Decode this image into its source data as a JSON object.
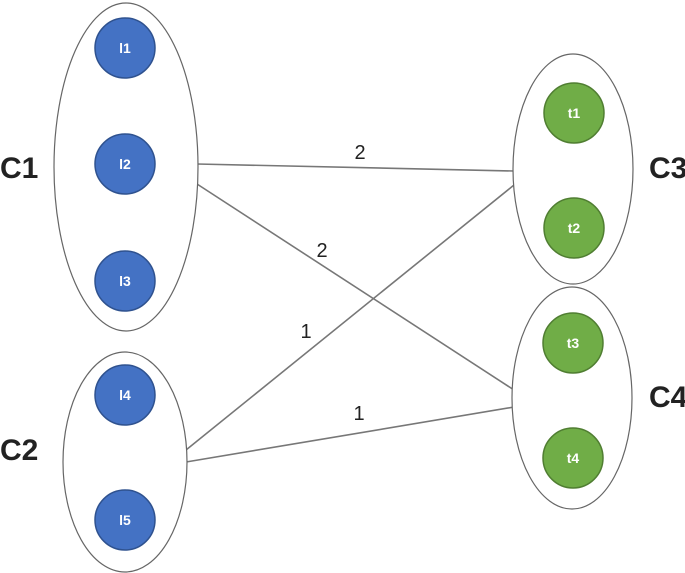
{
  "colors": {
    "blue_node": "#4472C4",
    "blue_stroke": "#2F528F",
    "green_node": "#70AD47",
    "green_stroke": "#507E32"
  },
  "groups": [
    {
      "id": "C1",
      "label": "C1",
      "nodes": [
        "l1",
        "l2",
        "l3"
      ],
      "color": "blue"
    },
    {
      "id": "C2",
      "label": "C2",
      "nodes": [
        "l4",
        "l5"
      ],
      "color": "blue"
    },
    {
      "id": "C3",
      "label": "C3",
      "nodes": [
        "t1",
        "t2"
      ],
      "color": "green"
    },
    {
      "id": "C4",
      "label": "C4",
      "nodes": [
        "t3",
        "t4"
      ],
      "color": "green"
    }
  ],
  "nodes": [
    {
      "id": "l1",
      "label": "l1"
    },
    {
      "id": "l2",
      "label": "l2"
    },
    {
      "id": "l3",
      "label": "l3"
    },
    {
      "id": "l4",
      "label": "l4"
    },
    {
      "id": "l5",
      "label": "l5"
    },
    {
      "id": "t1",
      "label": "t1"
    },
    {
      "id": "t2",
      "label": "t2"
    },
    {
      "id": "t3",
      "label": "t3"
    },
    {
      "id": "t4",
      "label": "t4"
    }
  ],
  "edges": [
    {
      "from": "C1",
      "to": "C3",
      "weight": "2"
    },
    {
      "from": "C1",
      "to": "C4",
      "weight": "2"
    },
    {
      "from": "C2",
      "to": "C3",
      "weight": "1"
    },
    {
      "from": "C2",
      "to": "C4",
      "weight": "1"
    }
  ]
}
